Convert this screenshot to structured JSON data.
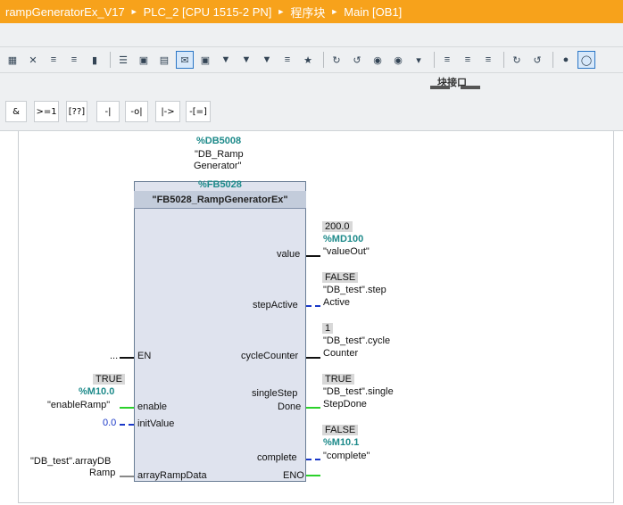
{
  "breadcrumb": [
    "rampGeneratorEx_V17",
    "PLC_2 [CPU 1515-2 PN]",
    "程序块",
    "Main [OB1]"
  ],
  "interface_bar": {
    "label": "块接口"
  },
  "toolbar_icons": [
    "insert-network-icon",
    "delete-network-icon",
    "insert-row-icon",
    "add-row-icon",
    "reset-icon",
    "show-all-icon",
    "absolute-icon",
    "symbolic-icon",
    "comments-icon",
    "favorites-icon",
    "jump-next-icon",
    "jump-prev-icon",
    "navigate-icon",
    "watch-list-icon",
    "monitor-icon",
    "compare-icon",
    "go-to-icon",
    "breakpoint-icon",
    "step-icon",
    "display-icon",
    "lang-icon",
    "program-status-icon"
  ],
  "ladder_buttons": [
    "&",
    ">=1",
    "[??]",
    "-|",
    "-o|",
    "|->",
    "-[=]"
  ],
  "instance": {
    "address": "%DB5008",
    "name_line1": "\"DB_Ramp",
    "name_line2": "Generator\""
  },
  "block": {
    "address": "%FB5028",
    "title": "\"FB5028_RampGeneratorEx\""
  },
  "inputs": {
    "en": {
      "label": "EN",
      "wire": "..."
    },
    "enable": {
      "label": "enable",
      "value": "TRUE",
      "address": "%M10.0",
      "symbol": "\"enableRamp\""
    },
    "initValue": {
      "label": "initValue",
      "value": "0.0"
    },
    "arrayRampData": {
      "label": "arrayRampData",
      "symbol_line1": "\"DB_test\".arrayDB",
      "symbol_line2": "Ramp"
    }
  },
  "outputs": {
    "value": {
      "label": "value",
      "value": "200.0",
      "address": "%MD100",
      "symbol": "\"valueOut\""
    },
    "stepActive": {
      "label": "stepActive",
      "value": "FALSE",
      "symbol_line1": "\"DB_test\".step",
      "symbol_line2": "Active"
    },
    "cycleCounter": {
      "label": "cycleCounter",
      "value": "1",
      "symbol_line1": "\"DB_test\".cycle",
      "symbol_line2": "Counter"
    },
    "singleStepDone": {
      "label_line1": "singleStep",
      "label_line2": "Done",
      "value": "TRUE",
      "symbol_line1": "\"DB_test\".single",
      "symbol_line2": "StepDone"
    },
    "complete": {
      "label": "complete",
      "value": "FALSE",
      "address": "%M10.1",
      "symbol": "\"complete\""
    },
    "eno": {
      "label": "ENO"
    }
  },
  "colors": {
    "titlebar": "#f7a21b",
    "teal": "#1d8a8a",
    "green_wire": "#2bd12b",
    "blue_wire": "#1a38c8"
  }
}
